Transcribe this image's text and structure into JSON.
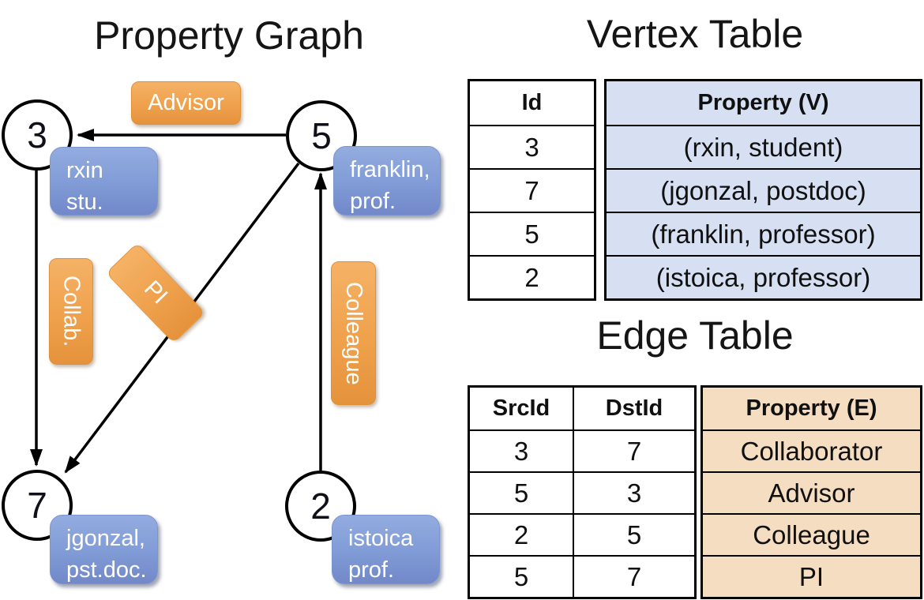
{
  "titles": {
    "graph": "Property Graph",
    "vertex_table": "Vertex Table",
    "edge_table": "Edge Table"
  },
  "colors": {
    "edge_label_bg": "#efa14c",
    "node_property_bg": "#809bd6",
    "vertex_property_col_bg": "#d6e0f2",
    "edge_property_col_bg": "#f5ddc2",
    "line": "#000000"
  },
  "graph": {
    "nodes": [
      {
        "id": "3",
        "box_line1": "rxin",
        "box_line2": "stu."
      },
      {
        "id": "5",
        "box_line1": "franklin,",
        "box_line2": "prof."
      },
      {
        "id": "7",
        "box_line1": "jgonzal,",
        "box_line2": "pst.doc."
      },
      {
        "id": "2",
        "box_line1": "istoica",
        "box_line2": "prof."
      }
    ],
    "edge_labels": [
      {
        "label": "Advisor",
        "orientation": "horizontal"
      },
      {
        "label": "Collab.",
        "orientation": "vertical"
      },
      {
        "label": "PI",
        "orientation": "diagonal"
      },
      {
        "label": "Colleague",
        "orientation": "vertical"
      }
    ],
    "edges": [
      {
        "from": "5",
        "to": "3",
        "label": "Advisor"
      },
      {
        "from": "3",
        "to": "7",
        "label": "Collab."
      },
      {
        "from": "5",
        "to": "7",
        "label": "PI"
      },
      {
        "from": "2",
        "to": "5",
        "label": "Colleague"
      }
    ]
  },
  "vertex_table": {
    "columns": [
      "Id",
      "Property (V)"
    ],
    "rows": [
      [
        "3",
        "(rxin, student)"
      ],
      [
        "7",
        "(jgonzal, postdoc)"
      ],
      [
        "5",
        "(franklin, professor)"
      ],
      [
        "2",
        "(istoica, professor)"
      ]
    ]
  },
  "edge_table": {
    "columns": [
      "SrcId",
      "DstId",
      "Property (E)"
    ],
    "rows": [
      [
        "3",
        "7",
        "Collaborator"
      ],
      [
        "5",
        "3",
        "Advisor"
      ],
      [
        "2",
        "5",
        "Colleague"
      ],
      [
        "5",
        "7",
        "PI"
      ]
    ]
  }
}
